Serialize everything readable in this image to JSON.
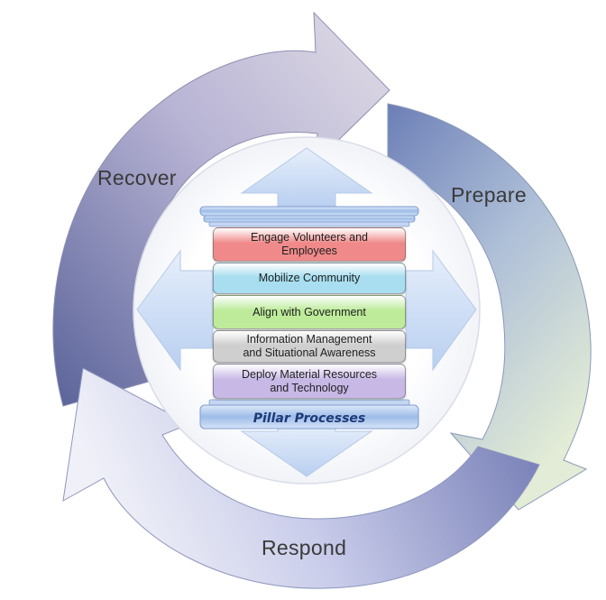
{
  "cycle": {
    "phases": [
      {
        "name": "Recover"
      },
      {
        "name": "Prepare"
      },
      {
        "name": "Respond"
      }
    ]
  },
  "pillar": {
    "processes": [
      {
        "label": "Engage Volunteers and\nEmployees",
        "color": "#f08a8a"
      },
      {
        "label": "Mobilize  Community",
        "color": "#a8def0"
      },
      {
        "label": "Align with Government",
        "color": "#bdeb9a"
      },
      {
        "label": "Information Management\nand Situational Awareness",
        "color": "#cfcfcf"
      },
      {
        "label": "Deploy Material Resources\nand Technology",
        "color": "#c7b8e6"
      }
    ],
    "footer": "Pillar Processes"
  },
  "colors": {
    "recover_arrow": "#8a8fc0",
    "prepare_arrow": "#8aa0c8",
    "respond_arrow": "#9aa2cc",
    "pillar_cap": "#a9c4ec",
    "cross_arrows": "#c9dcf5",
    "footer_text": "#1d3a78"
  }
}
